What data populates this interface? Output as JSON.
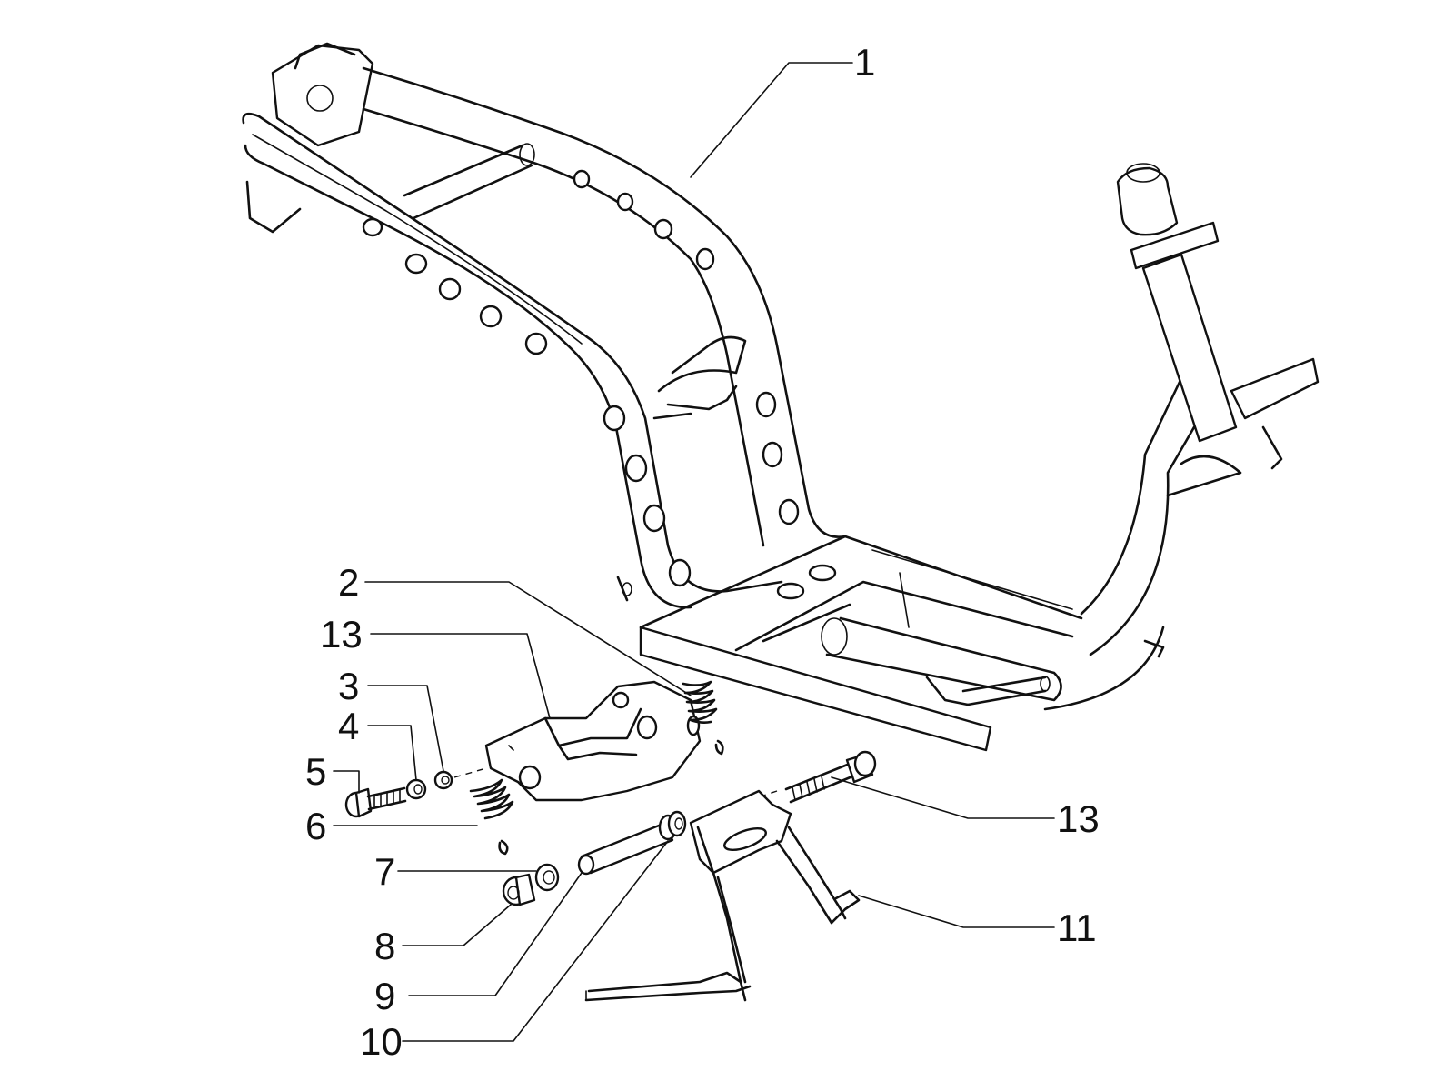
{
  "callouts": [
    {
      "id": "1",
      "label": "1"
    },
    {
      "id": "2",
      "label": "2"
    },
    {
      "id": "13a",
      "label": "13"
    },
    {
      "id": "3",
      "label": "3"
    },
    {
      "id": "4",
      "label": "4"
    },
    {
      "id": "5",
      "label": "5"
    },
    {
      "id": "6",
      "label": "6"
    },
    {
      "id": "7",
      "label": "7"
    },
    {
      "id": "8",
      "label": "8"
    },
    {
      "id": "9",
      "label": "9"
    },
    {
      "id": "10",
      "label": "10"
    },
    {
      "id": "13b",
      "label": "13"
    },
    {
      "id": "11",
      "label": "11"
    }
  ],
  "colors": {
    "ink": "#111111",
    "paper": "#ffffff"
  }
}
